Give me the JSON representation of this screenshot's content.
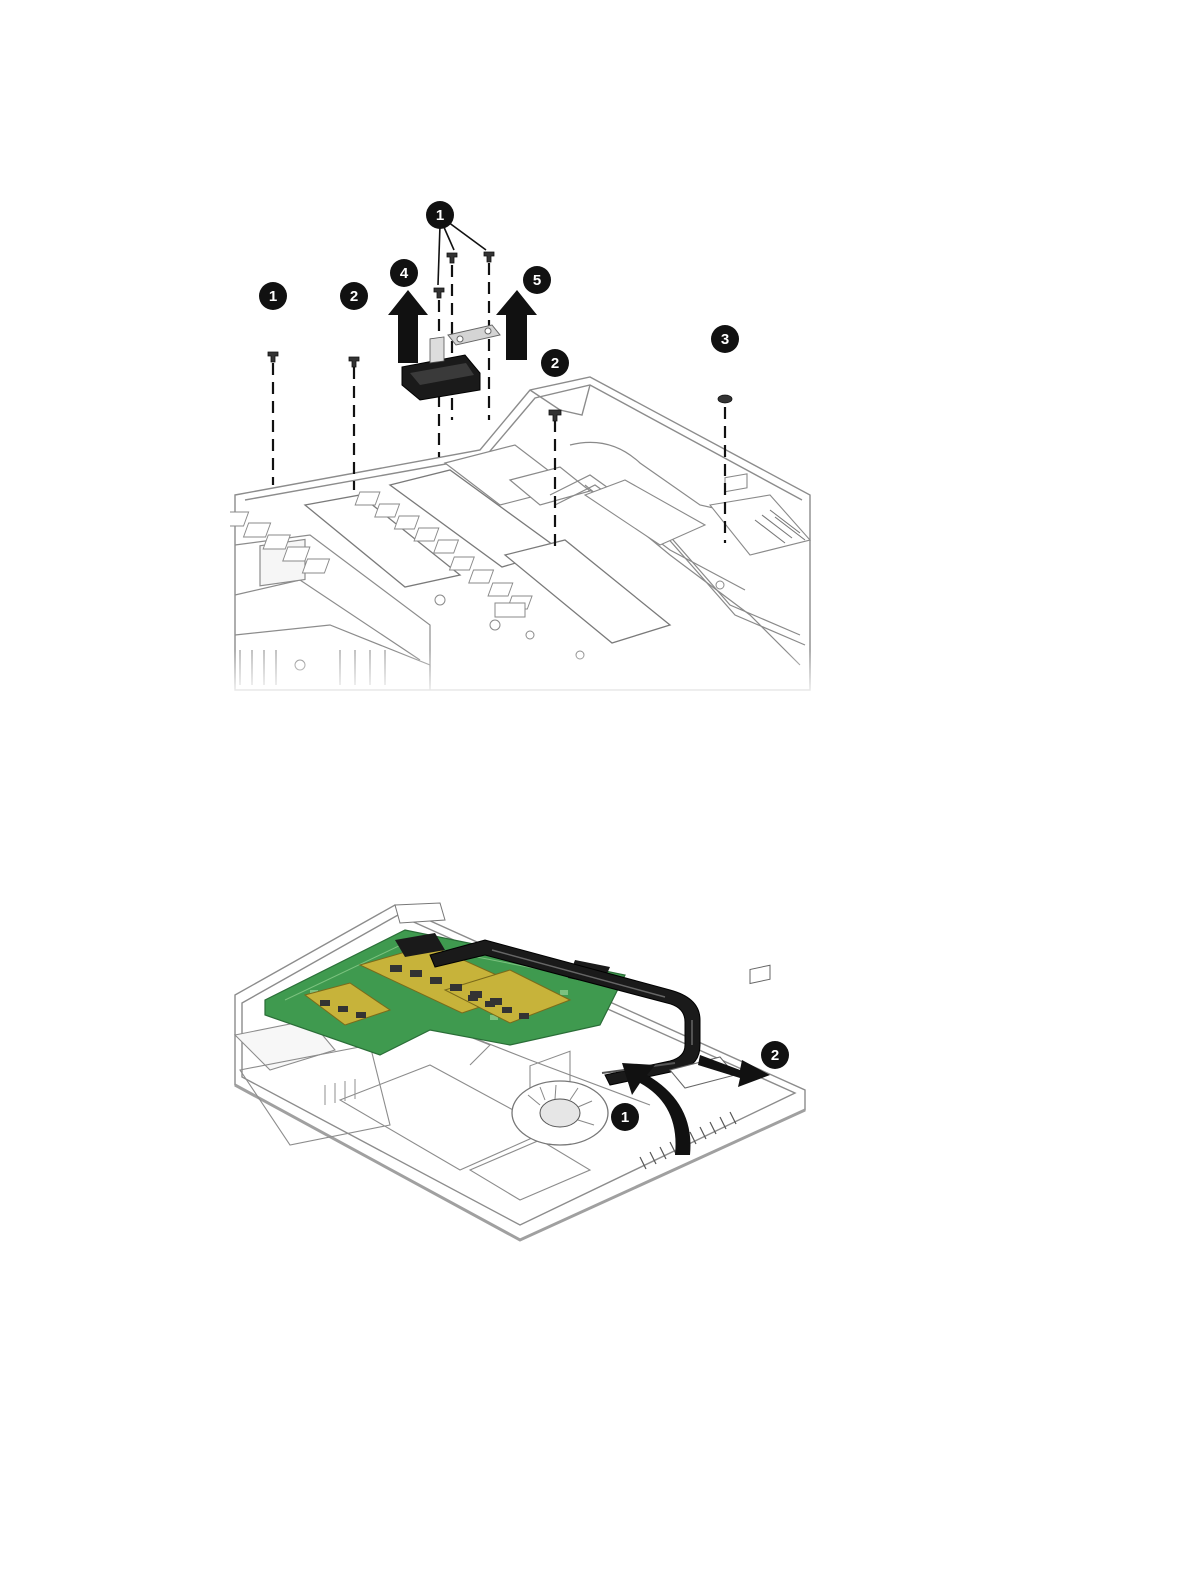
{
  "figures": [
    {
      "id": "top",
      "callouts": [
        "1",
        "2",
        "4",
        "5",
        "2",
        "3",
        "1"
      ]
    },
    {
      "id": "bottom",
      "callouts": [
        "1",
        "2"
      ]
    }
  ],
  "colors": {
    "line": "#7a7a7a",
    "outline": "#9a9a9a",
    "dark": "#111111",
    "board_green": "#3f9a4f",
    "board_green_light": "#7cc27f",
    "memory_gold": "#c7b33a"
  }
}
